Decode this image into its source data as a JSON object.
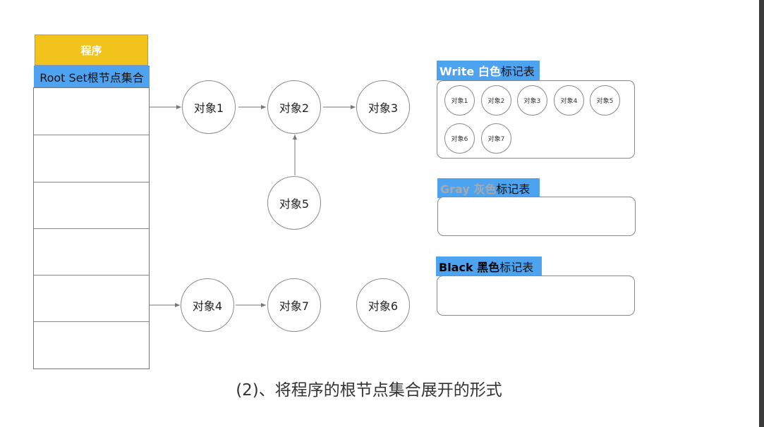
{
  "program": {
    "title": "程序",
    "root_label": "Root Set根节点集合",
    "cell_count": 6
  },
  "nodes": {
    "obj1": "对象1",
    "obj2": "对象2",
    "obj3": "对象3",
    "obj4": "对象4",
    "obj5": "对象5",
    "obj6": "对象6",
    "obj7": "对象7"
  },
  "tables": {
    "white": {
      "title_en": "Write 白色",
      "title_rest": "标记表",
      "items": [
        "对象1",
        "对象2",
        "对象3",
        "对象4",
        "对象5",
        "对象6",
        "对象7"
      ]
    },
    "gray": {
      "title_en": "Gray 灰色",
      "title_rest": "标记表"
    },
    "black": {
      "title_en": "Black 黑色",
      "title_rest": "标记表"
    }
  },
  "caption": "(2)、将程序的根节点集合展开的形式",
  "colors": {
    "program_header": "#f2c41b",
    "label_blue": "#4da3f0",
    "gray_text": "#a9a9a9"
  }
}
